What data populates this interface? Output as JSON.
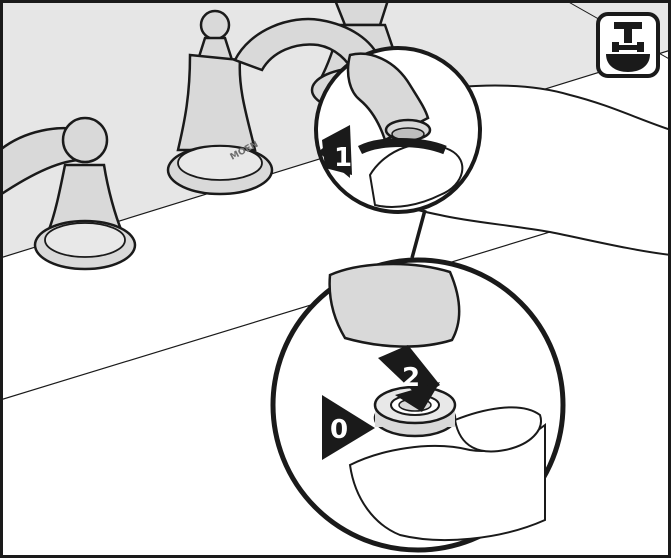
{
  "diagram": {
    "steps": [
      {
        "number": "1",
        "action": "rotate-counterclockwise"
      },
      {
        "number": "2",
        "action": "push-down"
      },
      {
        "number": "0",
        "action": "o-ring-position"
      }
    ],
    "brand_text": "MOEN",
    "icon": "bathroom-faucet-icon",
    "colors": {
      "background": "#e6e6e6",
      "outline": "#1a1a1a",
      "fill": "#ffffff",
      "fixture_gray": "#d9d9d9"
    }
  }
}
